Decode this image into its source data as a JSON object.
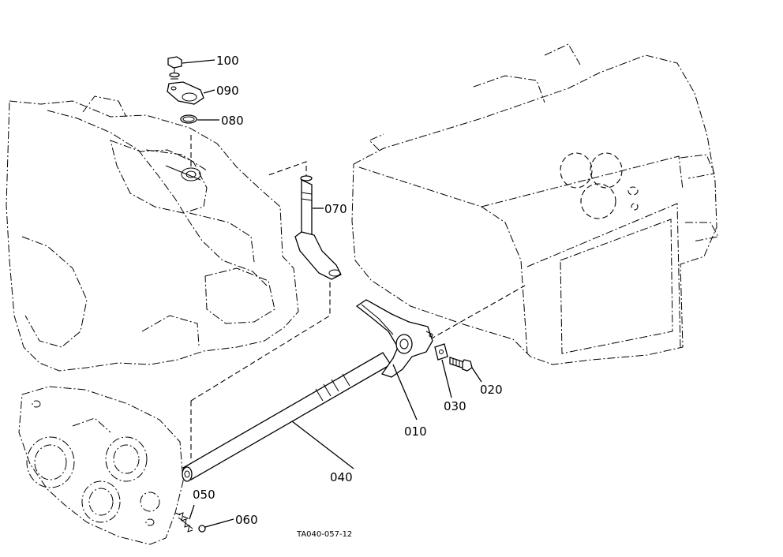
{
  "callouts": {
    "p100": "100",
    "p090": "090",
    "p080": "080",
    "p070": "070",
    "p010": "010",
    "p030": "030",
    "p020": "020",
    "p040": "040",
    "p050": "050",
    "p060": "060"
  },
  "drawing_code": "TA040-057-12"
}
